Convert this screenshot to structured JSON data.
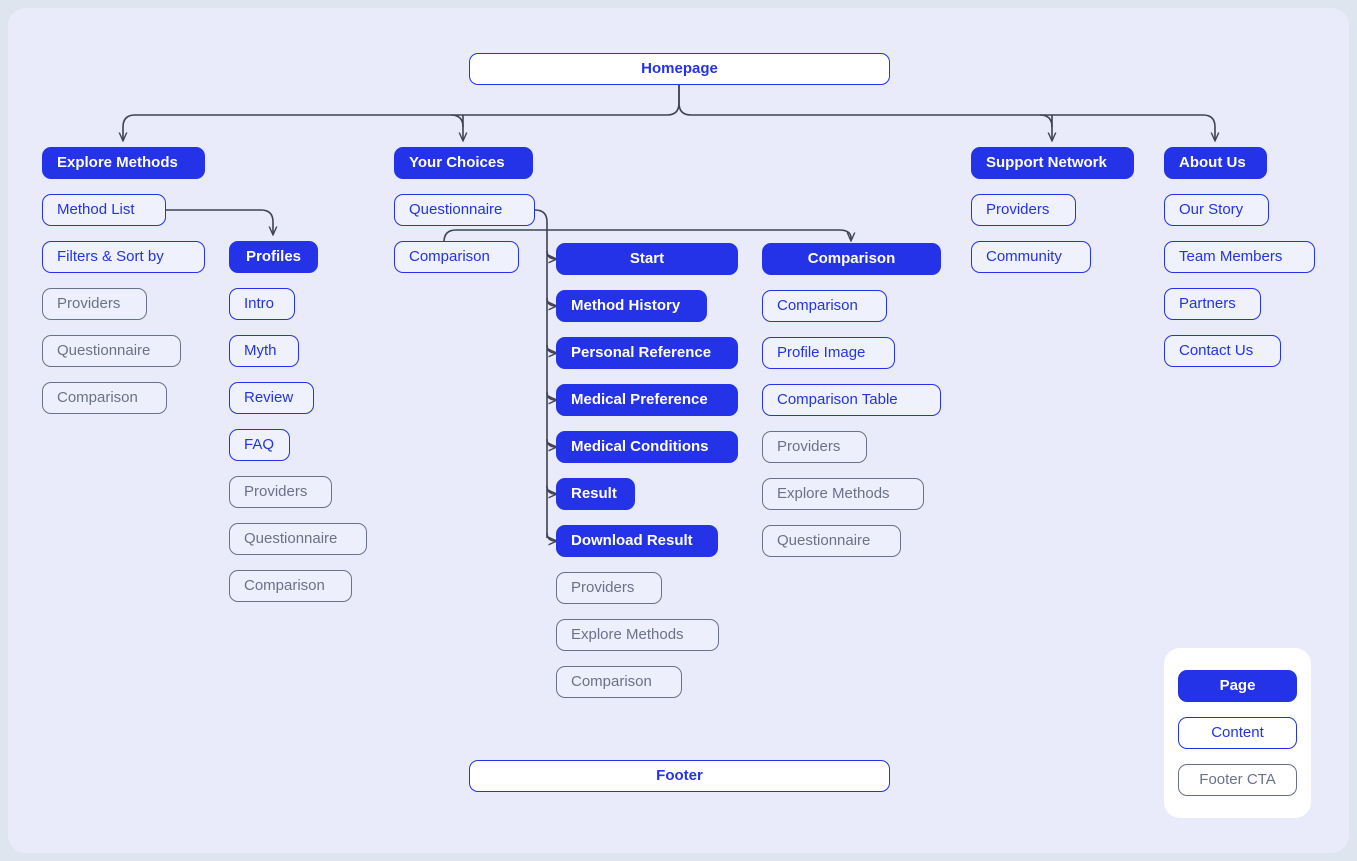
{
  "meta": {
    "title": "Website Sitemap",
    "colors": {
      "page_fill": "#2433e8",
      "content_border": "#2433e8",
      "cta_border": "#6b7189",
      "canvas": "#e9ebfb",
      "backdrop": "#dfe5ee",
      "connector": "#3f4350"
    }
  },
  "root": {
    "label": "Homepage",
    "type": "banner"
  },
  "footer": {
    "label": "Footer",
    "type": "banner"
  },
  "legend": {
    "items": [
      {
        "label": "Page",
        "type": "page"
      },
      {
        "label": "Content",
        "type": "content"
      },
      {
        "label": "Footer CTA",
        "type": "cta"
      }
    ]
  },
  "columns": [
    {
      "name": "explore-methods",
      "nodes": [
        {
          "label": "Explore Methods",
          "type": "page"
        },
        {
          "label": "Method List",
          "type": "content"
        },
        {
          "label": "Filters & Sort by",
          "type": "content"
        },
        {
          "label": "Providers",
          "type": "cta"
        },
        {
          "label": "Questionnaire",
          "type": "cta"
        },
        {
          "label": "Comparison",
          "type": "cta"
        }
      ]
    },
    {
      "name": "profiles",
      "nodes": [
        {
          "label": "Profiles",
          "type": "page"
        },
        {
          "label": "Intro",
          "type": "content"
        },
        {
          "label": "Myth",
          "type": "content"
        },
        {
          "label": "Review",
          "type": "content"
        },
        {
          "label": "FAQ",
          "type": "content"
        },
        {
          "label": "Providers",
          "type": "cta"
        },
        {
          "label": "Questionnaire",
          "type": "cta"
        },
        {
          "label": "Comparison",
          "type": "cta"
        }
      ]
    },
    {
      "name": "your-choices",
      "nodes": [
        {
          "label": "Your Choices",
          "type": "page"
        },
        {
          "label": "Questionnaire",
          "type": "content"
        },
        {
          "label": "Comparison",
          "type": "content"
        }
      ]
    },
    {
      "name": "questionnaire-flow",
      "nodes": [
        {
          "label": "Start",
          "type": "page"
        },
        {
          "label": "Method History",
          "type": "page"
        },
        {
          "label": "Personal Reference",
          "type": "page"
        },
        {
          "label": "Medical Preference",
          "type": "page"
        },
        {
          "label": "Medical Conditions",
          "type": "page"
        },
        {
          "label": "Result",
          "type": "page"
        },
        {
          "label": "Download Result",
          "type": "page"
        },
        {
          "label": "Providers",
          "type": "cta"
        },
        {
          "label": "Explore Methods",
          "type": "cta"
        },
        {
          "label": "Comparison",
          "type": "cta"
        }
      ]
    },
    {
      "name": "comparison",
      "nodes": [
        {
          "label": "Comparison",
          "type": "page"
        },
        {
          "label": "Comparison",
          "type": "content"
        },
        {
          "label": "Profile Image",
          "type": "content"
        },
        {
          "label": "Comparison Table",
          "type": "content"
        },
        {
          "label": "Providers",
          "type": "cta"
        },
        {
          "label": "Explore Methods",
          "type": "cta"
        },
        {
          "label": "Questionnaire",
          "type": "cta"
        }
      ]
    },
    {
      "name": "support-network",
      "nodes": [
        {
          "label": "Support Network",
          "type": "page"
        },
        {
          "label": "Providers",
          "type": "content"
        },
        {
          "label": "Community",
          "type": "content"
        }
      ]
    },
    {
      "name": "about-us",
      "nodes": [
        {
          "label": "About Us",
          "type": "page"
        },
        {
          "label": "Our Story",
          "type": "content"
        },
        {
          "label": "Team Members",
          "type": "content"
        },
        {
          "label": "Partners",
          "type": "content"
        },
        {
          "label": "Contact Us",
          "type": "content"
        }
      ]
    }
  ]
}
